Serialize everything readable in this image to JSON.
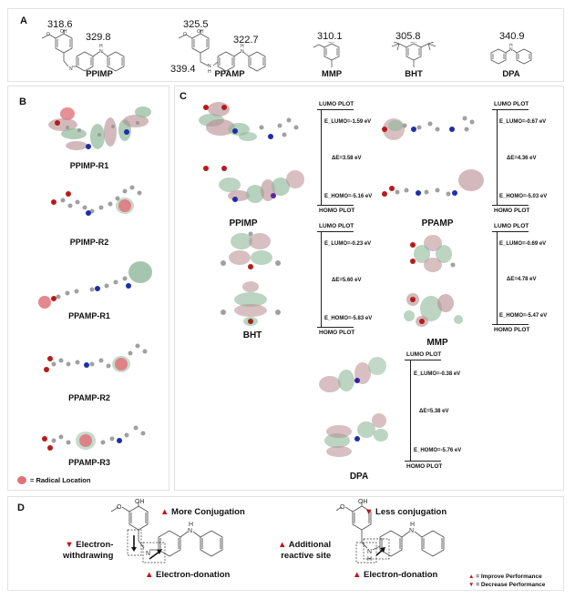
{
  "panel_a": {
    "label": "A",
    "compounds": [
      {
        "name": "PPIMP",
        "bde_values": [
          "318.6",
          "329.8"
        ]
      },
      {
        "name": "PPAMP",
        "bde_values": [
          "325.5",
          "322.7",
          "339.4"
        ]
      },
      {
        "name": "MMP",
        "bde_values": [
          "310.1"
        ]
      },
      {
        "name": "BHT",
        "bde_values": [
          "305.8"
        ]
      },
      {
        "name": "DPA",
        "bde_values": [
          "340.9"
        ]
      }
    ],
    "atom_labels": {
      "oh": "OH",
      "n": "N",
      "h": "H",
      "o": "O"
    }
  },
  "panel_b": {
    "label": "B",
    "radicals": [
      "PPIMP-R1",
      "PPIMP-R2",
      "PPAMP-R1",
      "PPAMP-R2",
      "PPAMP-R3"
    ],
    "legend": "= Radical Location",
    "colors": {
      "radical": "#e0737a",
      "positive_lobe": "#8fb89a",
      "negative_lobe": "#b88a90"
    }
  },
  "panel_c": {
    "label": "C",
    "lumo_label": "LUMO PLOT",
    "homo_label": "HOMO PLOT",
    "molecules": [
      {
        "name": "PPIMP",
        "e_lumo": "E_LUMO=-1.59 eV",
        "delta_e": "ΔE=3.58 eV",
        "e_homo": "E_HOMO=-5.16 eV",
        "lumo_val": "-1.59",
        "gap": "3.58",
        "homo_val": "-5.16"
      },
      {
        "name": "PPAMP",
        "e_lumo": "E_LUMO=-0.67 eV",
        "delta_e": "ΔE=4.36 eV",
        "e_homo": "E_HOMO=-5.03 eV",
        "lumo_val": "-0.67",
        "gap": "4.36",
        "homo_val": "-5.03"
      },
      {
        "name": "BHT",
        "e_lumo": "E_LUMO=-0.23 eV",
        "delta_e": "ΔE=5.60 eV",
        "e_homo": "E_HOMO=-5.83 eV",
        "lumo_val": "-0.23",
        "gap": "5.60",
        "homo_val": "-5.83"
      },
      {
        "name": "MMP",
        "e_lumo": "E_LUMO=-0.69 eV",
        "delta_e": "ΔE=4.78 eV",
        "e_homo": "E_HOMO=-5.47 eV",
        "lumo_val": "-0.69",
        "gap": "4.78",
        "homo_val": "-5.47"
      },
      {
        "name": "DPA",
        "e_lumo": "E_LUMO=-0.38 eV",
        "delta_e": "ΔE=5.38 eV",
        "e_homo": "E_HOMO=-5.76 eV",
        "lumo_val": "-0.38",
        "gap": "5.38",
        "homo_val": "-5.76"
      }
    ],
    "units": "eV"
  },
  "panel_d": {
    "label": "D",
    "left": {
      "more_conjugation": "More Conjugation",
      "electron_withdrawing_1": "Electron-",
      "electron_withdrawing_2": "withdrawing",
      "electron_donation": "Electron-donation"
    },
    "right": {
      "less_conjugation": "Less conjugation",
      "additional_1": "Additional",
      "additional_2": "reactive site",
      "electron_donation": "Electron-donation"
    },
    "legend": {
      "improve": "= Improve Performance",
      "decrease": "= Decrease Performance"
    },
    "colors": {
      "marker": "#c0161c"
    }
  }
}
